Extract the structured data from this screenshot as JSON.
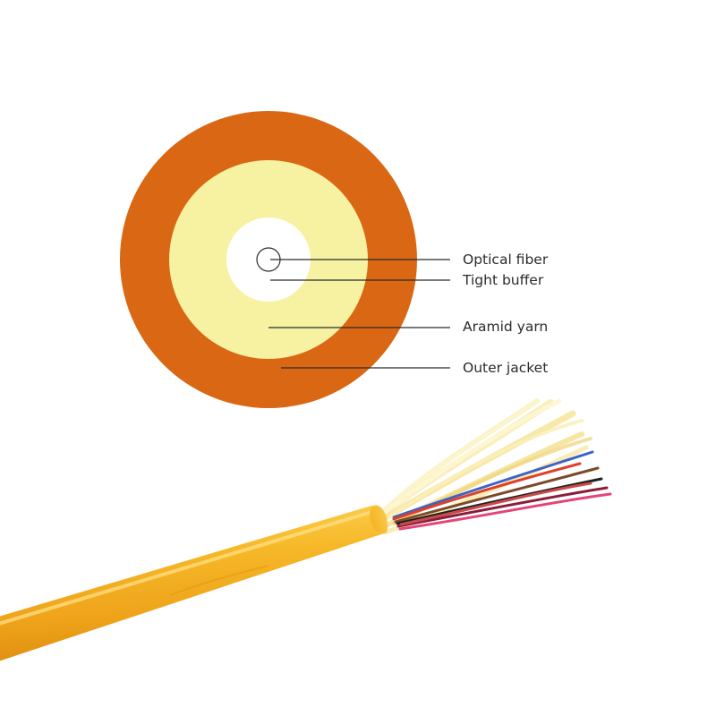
{
  "labels": {
    "optical_fiber": "Optical fiber",
    "tight_buffer": "Tight buffer",
    "aramid_yarn": "Aramid yarn",
    "outer_jacket": "Outer jacket"
  },
  "colors": {
    "outer_jacket": "#d96713",
    "aramid_yarn": "#f6f2a2",
    "tight_buffer": "#ffffff",
    "cable_jacket": "#f3b120",
    "leader_line": "#2b2b2b"
  }
}
